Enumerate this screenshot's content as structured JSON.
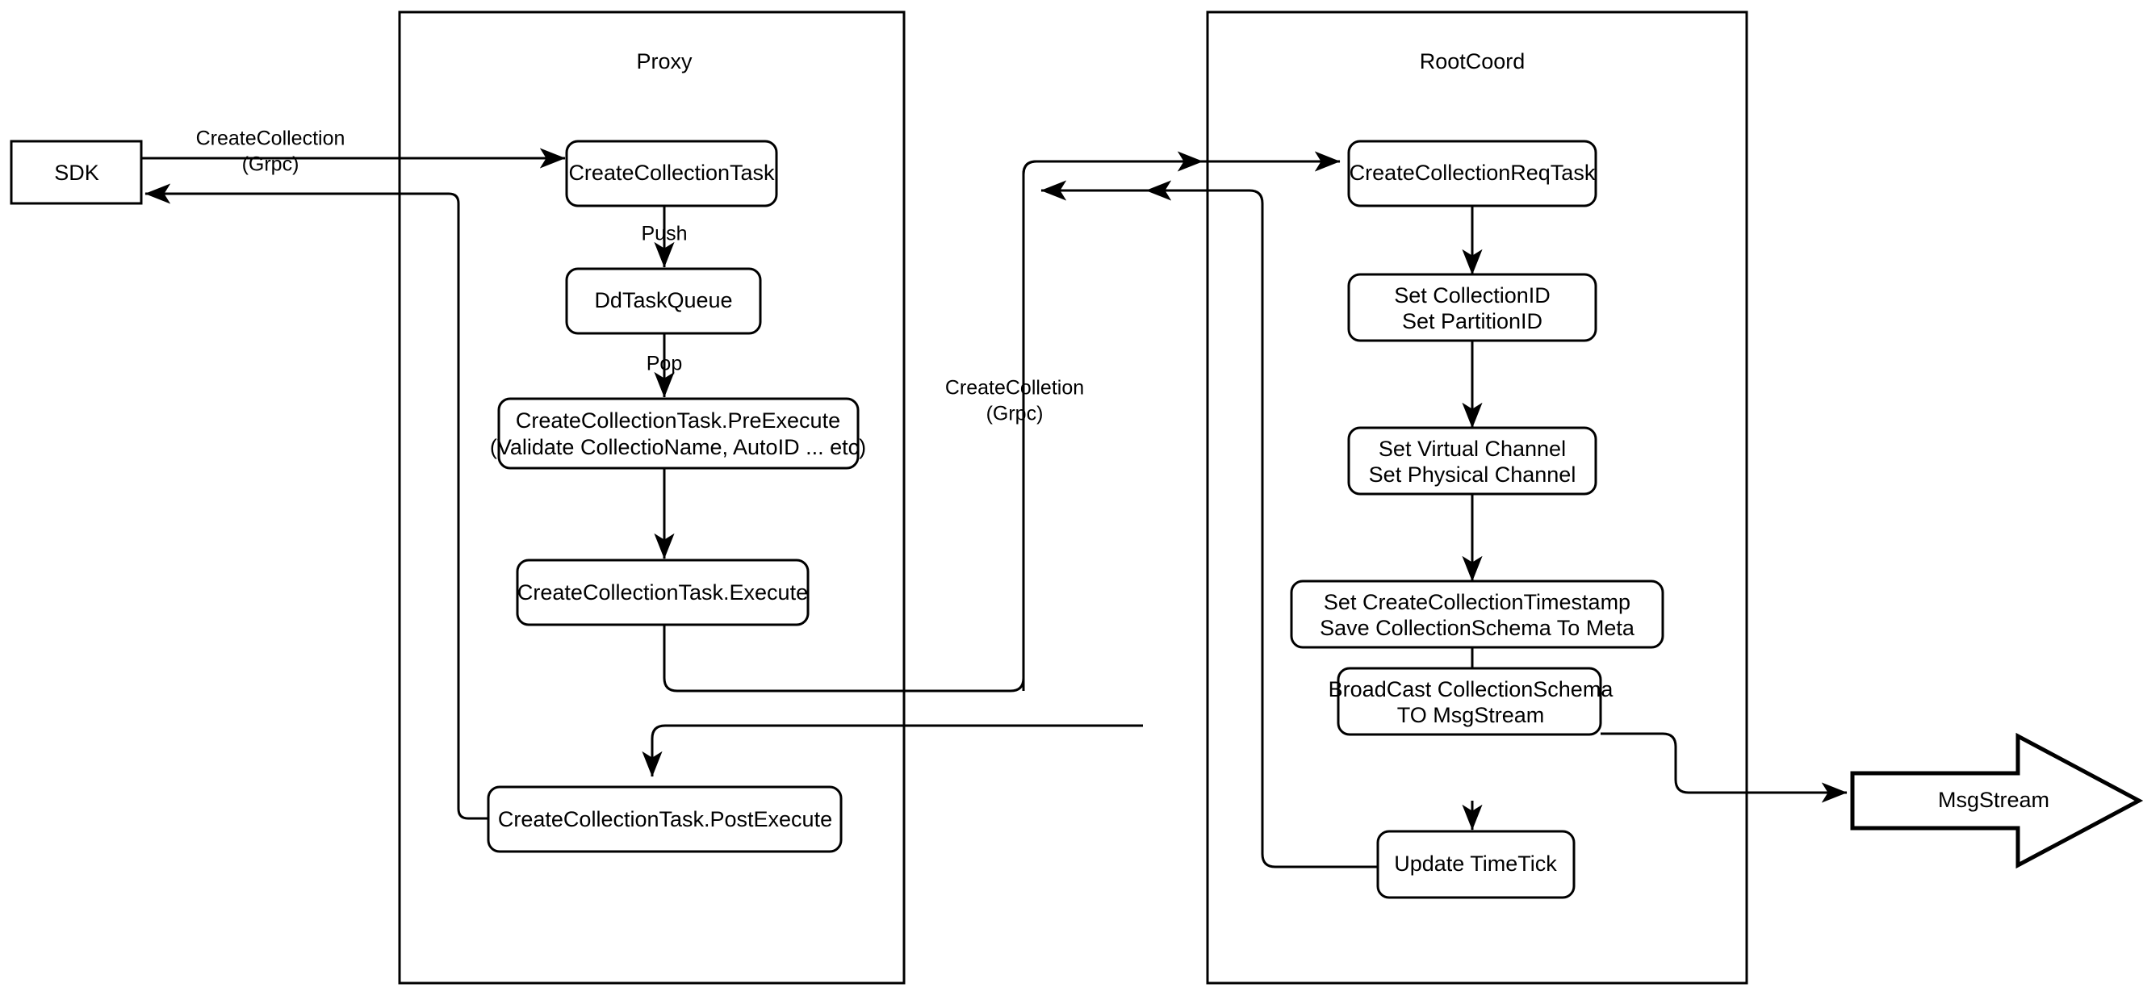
{
  "diagram": {
    "title": "CreateCollection flow",
    "background": "#ffffff",
    "stroke_color": "#000000"
  },
  "external": {
    "sdk": {
      "label": "SDK"
    },
    "msgstream": {
      "label": "MsgStream"
    }
  },
  "containers": {
    "proxy": {
      "title": "Proxy"
    },
    "rootcoord": {
      "title": "RootCoord"
    }
  },
  "proxy_nodes": [
    {
      "id": "create-collection-task",
      "label": "CreateCollectionTask"
    },
    {
      "id": "dd-task-queue",
      "label": "DdTaskQueue"
    },
    {
      "id": "pre-execute",
      "line1": "CreateCollectionTask.PreExecute",
      "line2": "(Validate CollectioName, AutoID ... etc)"
    },
    {
      "id": "execute",
      "label": "CreateCollectionTask.Execute"
    },
    {
      "id": "post-execute",
      "label": "CreateCollectionTask.PostExecute"
    }
  ],
  "rootcoord_nodes": [
    {
      "id": "create-collection-req-task",
      "label": "CreateCollectionReqTask"
    },
    {
      "id": "set-ids",
      "line1": "Set CollectionID",
      "line2": "Set PartitionID"
    },
    {
      "id": "set-channels",
      "line1": "Set Virtual Channel",
      "line2": "Set Physical Channel"
    },
    {
      "id": "set-timestamp",
      "line1": "Set CreateCollectionTimestamp",
      "line2": "Save CollectionSchema To Meta"
    },
    {
      "id": "broadcast",
      "line1": "BroadCast CollectionSchema",
      "line2": "TO MsgStream"
    },
    {
      "id": "update-timetick",
      "label": "Update TimeTick"
    }
  ],
  "edge_labels": {
    "sdk_to_proxy_line1": "CreateCollection",
    "sdk_to_proxy_line2": "(Grpc)",
    "push": "Push",
    "pop": "Pop",
    "proxy_to_rootcoord_line1": "CreateColletion",
    "proxy_to_rootcoord_line2": "(Grpc)"
  }
}
